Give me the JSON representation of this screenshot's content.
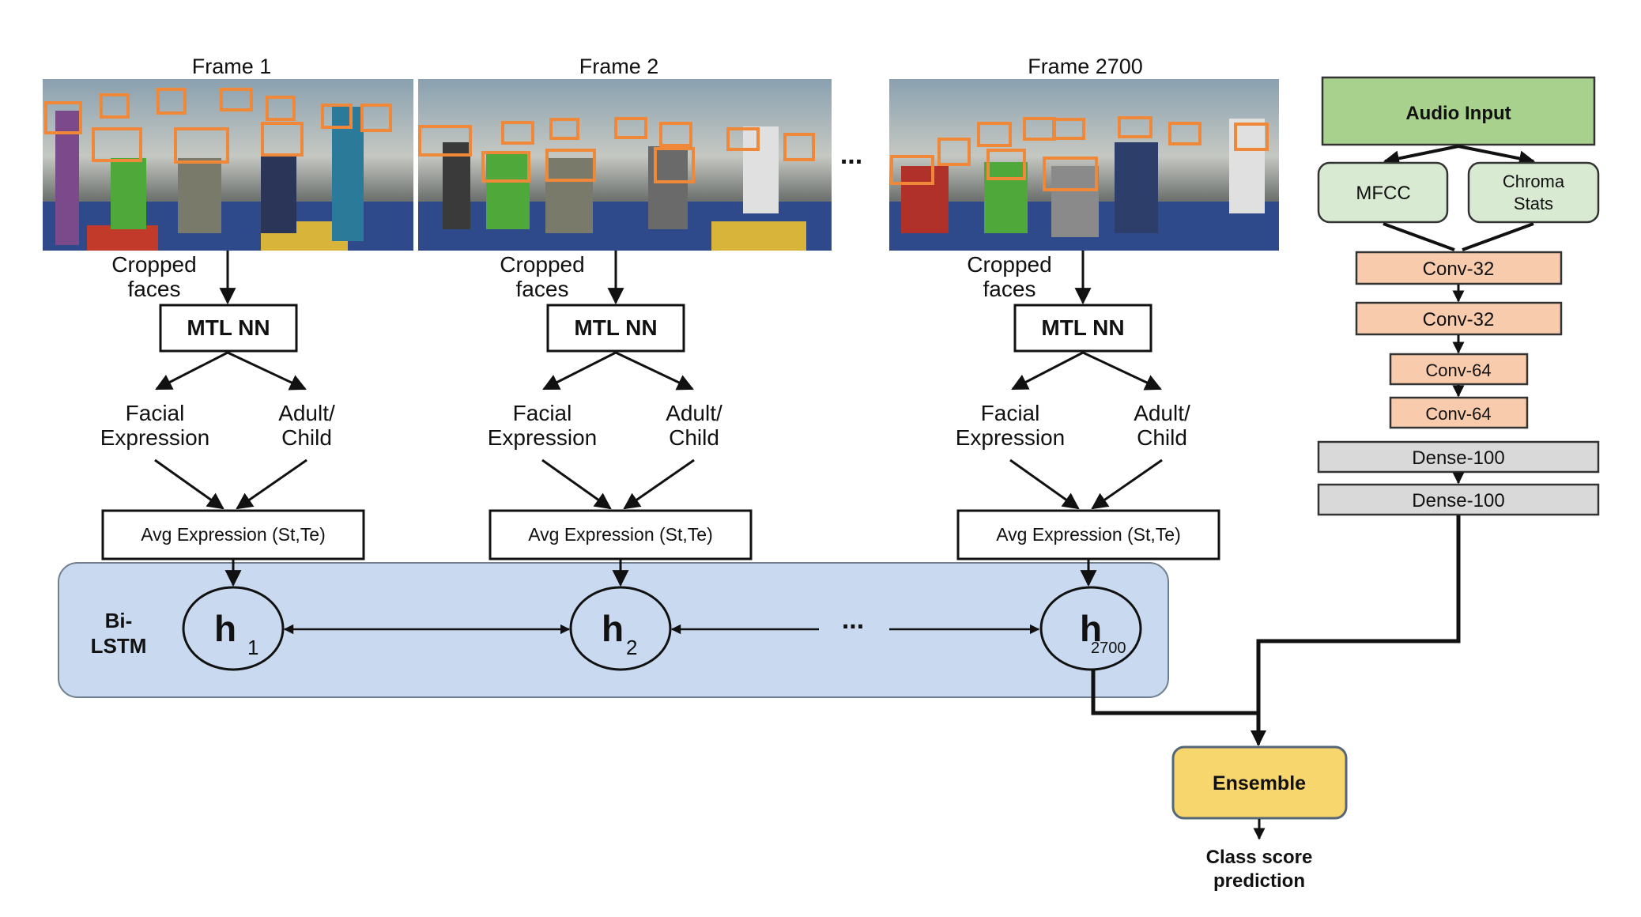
{
  "frames": [
    {
      "title": "Frame 1",
      "cropped_line1": "Cropped",
      "cropped_line2": "faces",
      "model": "MTL NN",
      "out_left_line1": "Facial",
      "out_left_line2": "Expression",
      "out_right_line1": "Adult/",
      "out_right_line2": "Child",
      "avg": "Avg Expression (St,Te)",
      "hidden_main": "h",
      "hidden_sub": "1"
    },
    {
      "title": "Frame 2",
      "cropped_line1": "Cropped",
      "cropped_line2": "faces",
      "model": "MTL NN",
      "out_left_line1": "Facial",
      "out_left_line2": "Expression",
      "out_right_line1": "Adult/",
      "out_right_line2": "Child",
      "avg": "Avg Expression (St,Te)",
      "hidden_main": "h",
      "hidden_sub": "2"
    },
    {
      "title": "Frame 2700",
      "cropped_line1": "Cropped",
      "cropped_line2": "faces",
      "model": "MTL NN",
      "out_left_line1": "Facial",
      "out_left_line2": "Expression",
      "out_right_line1": "Adult/",
      "out_right_line2": "Child",
      "avg": "Avg Expression (St,Te)",
      "hidden_main": "h",
      "hidden_sub": "2700"
    }
  ],
  "ellipsis": "...",
  "bilstm": {
    "line1": "Bi-",
    "line2": "LSTM"
  },
  "audio": {
    "input": "Audio Input",
    "mfcc": "MFCC",
    "chroma_line1": "Chroma",
    "chroma_line2": "Stats",
    "layers": [
      "Conv-32",
      "Conv-32",
      "Conv-64",
      "Conv-64",
      "Dense-100",
      "Dense-100"
    ]
  },
  "ensemble": "Ensemble",
  "output": {
    "line1": "Class score",
    "line2": "prediction"
  },
  "colors": {
    "audio_input": "#a9d18e",
    "feature_box": "#d9ead3",
    "conv_box": "#f8cbad",
    "dense_box": "#d9d9d9",
    "ensemble_box": "#f7d66e",
    "bilstm_panel": "#c9daf0",
    "face_box": "#f0883a"
  }
}
